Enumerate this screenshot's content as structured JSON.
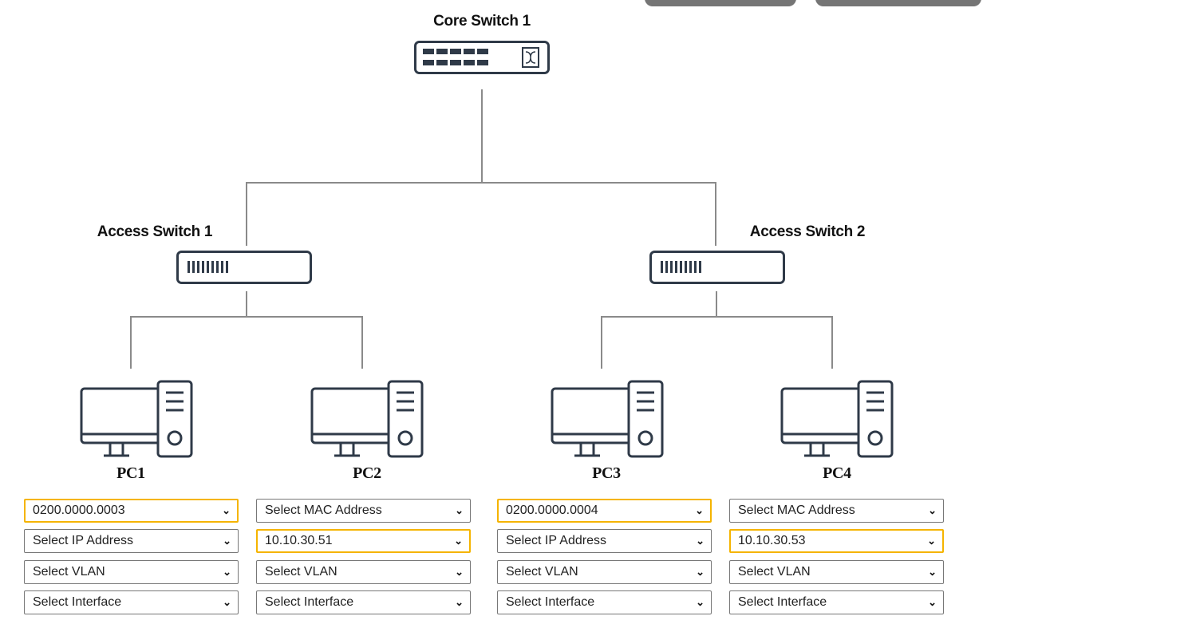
{
  "devices": {
    "core": "Core Switch 1",
    "access1": "Access Switch 1",
    "access2": "Access Switch 2"
  },
  "pcs": [
    {
      "name": "PC1",
      "mac": "0200.0000.0003",
      "ip": "Select IP Address",
      "vlan": "Select VLAN",
      "iface": "Select Interface"
    },
    {
      "name": "PC2",
      "mac": "Select MAC Address",
      "ip": "10.10.30.51",
      "vlan": "Select VLAN",
      "iface": "Select Interface"
    },
    {
      "name": "PC3",
      "mac": "0200.0000.0004",
      "ip": "Select IP Address",
      "vlan": "Select VLAN",
      "iface": "Select Interface"
    },
    {
      "name": "PC4",
      "mac": "Select MAC Address",
      "ip": "10.10.30.53",
      "vlan": "Select VLAN",
      "iface": "Select Interface"
    }
  ],
  "colors": {
    "highlight": "#f5b400",
    "icon": "#2f3a48",
    "line": "#8a8a8a"
  }
}
